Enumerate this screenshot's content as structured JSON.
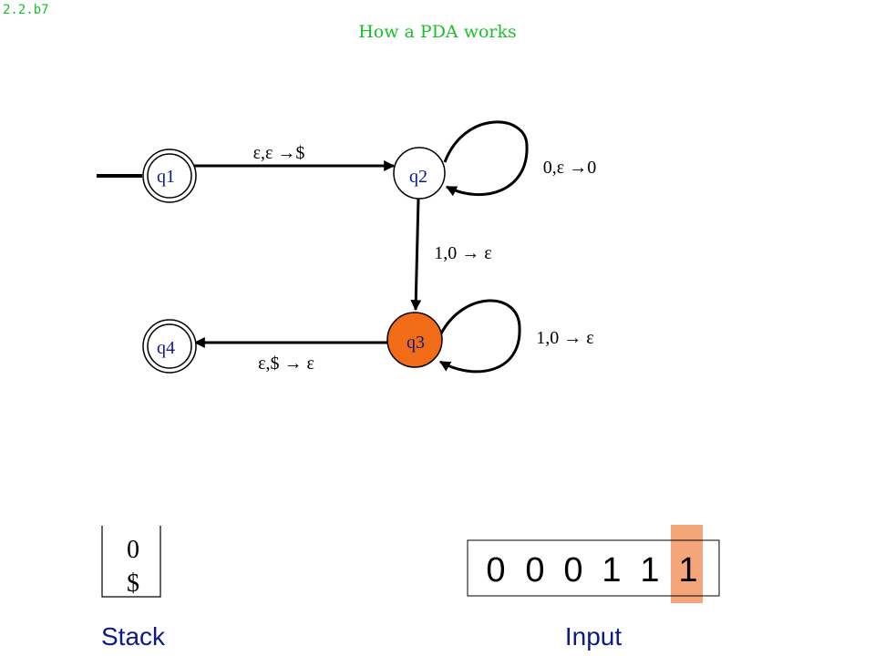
{
  "slide_id": "2.2.b7",
  "title": "How a PDA works",
  "states": {
    "q1": "q1",
    "q2": "q2",
    "q3": "q3",
    "q4": "q4"
  },
  "active_state": "q3",
  "transitions": {
    "q1_q2": "ε,ε →$",
    "q2_loop": "0,ε →0",
    "q2_q3": "1,0 → ε",
    "q3_loop": "1,0 → ε",
    "q3_q4": "ε,$ → ε"
  },
  "stack": {
    "label": "Stack",
    "items": [
      "0",
      "$"
    ]
  },
  "input": {
    "label": "Input",
    "symbols": [
      "0",
      "0",
      "0",
      "1",
      "1",
      "1"
    ],
    "highlight_index": 5
  },
  "colors": {
    "title_green": "#19c02a",
    "active_state_fill": "#f26b16",
    "input_highlight": "#f4a57a",
    "label_blue": "#0d1a8c"
  }
}
